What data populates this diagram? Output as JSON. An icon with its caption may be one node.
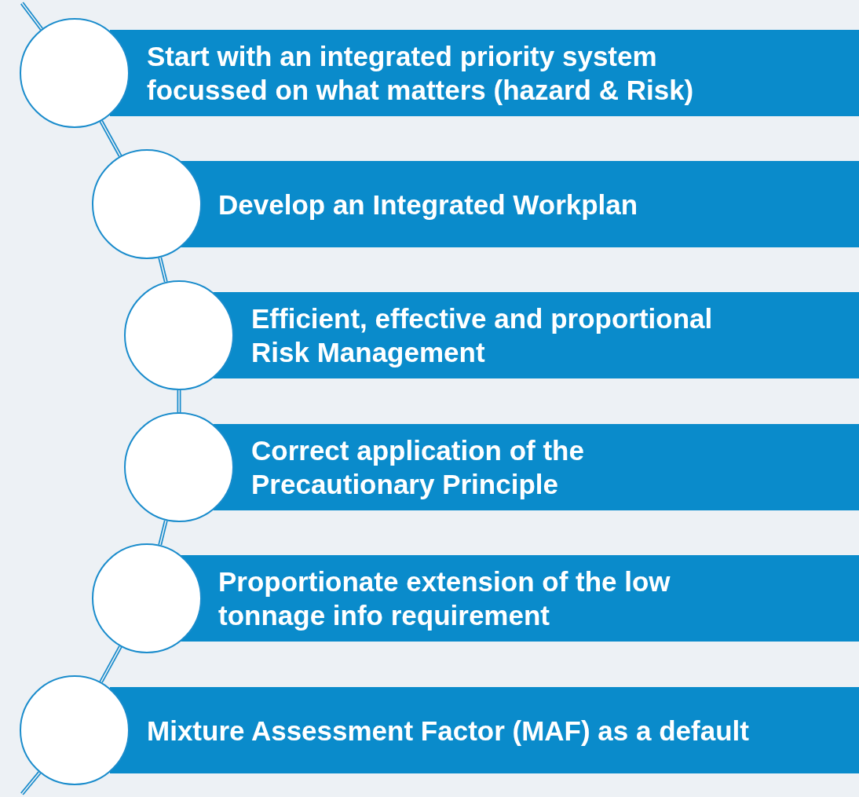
{
  "diagram": {
    "nodes": [
      {
        "text": [],
        "shape": "circle"
      },
      {
        "text": [
          "Start with an integrated priority system focussed on what matters (hazard & Risk)"
        ]
      },
      {
        "text": [],
        "shape": "circle"
      },
      {
        "text": [
          "Develop an Integrated Workplan"
        ]
      },
      {
        "text": [],
        "shape": "circle"
      },
      {
        "text": [
          "Efficient, effective and proportional Risk Management"
        ]
      },
      {
        "text": [],
        "shape": "circle"
      },
      {
        "text": [
          "Correct application of the Precautionary Principle"
        ]
      },
      {
        "text": [],
        "shape": "circle"
      },
      {
        "text": [
          "Proportionate extension of the low tonnage info requirement"
        ]
      },
      {
        "text": [],
        "shape": "circle"
      },
      {
        "text": [
          "Mixture Assessment Factor (MAF) as a default"
        ]
      }
    ],
    "edges": [
      {
        "from": null,
        "to": 0,
        "arrow": "none"
      },
      {
        "from": 0,
        "to": 2,
        "arrow": "none"
      },
      {
        "from": 2,
        "to": 4,
        "arrow": "none"
      },
      {
        "from": 4,
        "to": 6,
        "arrow": "none"
      },
      {
        "from": 6,
        "to": 8,
        "arrow": "none"
      },
      {
        "from": 8,
        "to": 10,
        "arrow": "none"
      },
      {
        "from": 10,
        "to": null,
        "arrow": "none"
      }
    ]
  }
}
